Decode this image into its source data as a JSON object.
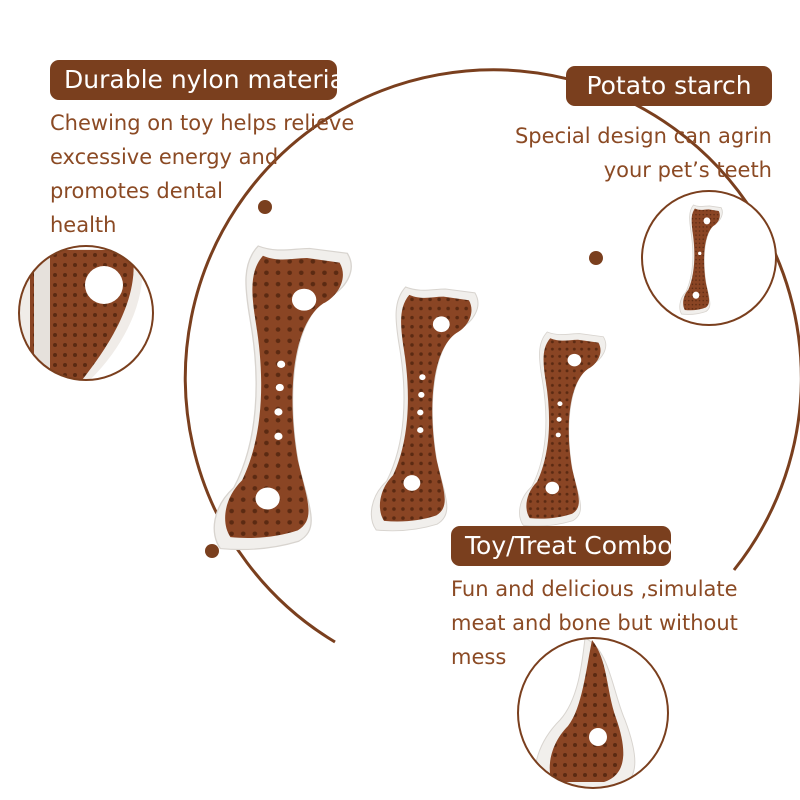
{
  "colors": {
    "brown": "#7a3f1e",
    "text_brown": "#8b4a24",
    "toy_white": "#f4f2ef"
  },
  "features": [
    {
      "title": "Durable nylon material",
      "lines": [
        "Chewing on toy helps relieve",
        "excessive energy and",
        "promotes dental",
        "health"
      ]
    },
    {
      "title": "Potato starch",
      "lines": [
        "Special design can agrin",
        "your pet’s teeth"
      ]
    },
    {
      "title": "Toy/Treat Combo",
      "lines": [
        "Fun and delicious ,simulate",
        "meat and bone but without",
        "mess"
      ]
    }
  ],
  "product": {
    "sizes": [
      "large",
      "medium",
      "small"
    ]
  }
}
